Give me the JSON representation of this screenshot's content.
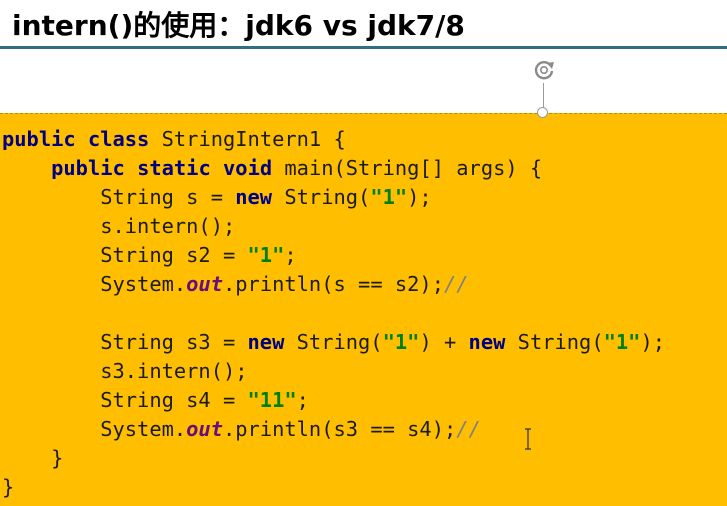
{
  "slide": {
    "title": "intern()的使用：jdk6 vs jdk7/8"
  },
  "code": {
    "lines": [
      [
        {
          "t": "kw",
          "v": "public"
        },
        {
          "t": "p",
          "v": " "
        },
        {
          "t": "kw",
          "v": "class"
        },
        {
          "t": "p",
          "v": " StringIntern1 {"
        }
      ],
      [
        {
          "t": "p",
          "v": "    "
        },
        {
          "t": "kw",
          "v": "public"
        },
        {
          "t": "p",
          "v": " "
        },
        {
          "t": "kw",
          "v": "static"
        },
        {
          "t": "p",
          "v": " "
        },
        {
          "t": "kw",
          "v": "void"
        },
        {
          "t": "p",
          "v": " main(String[] args) {"
        }
      ],
      [
        {
          "t": "p",
          "v": "        String s = "
        },
        {
          "t": "kw",
          "v": "new"
        },
        {
          "t": "p",
          "v": " String("
        },
        {
          "t": "str",
          "v": "\"1\""
        },
        {
          "t": "p",
          "v": ");"
        }
      ],
      [
        {
          "t": "p",
          "v": "        s.intern();"
        }
      ],
      [
        {
          "t": "p",
          "v": "        String s2 = "
        },
        {
          "t": "str",
          "v": "\"1\""
        },
        {
          "t": "p",
          "v": ";"
        }
      ],
      [
        {
          "t": "p",
          "v": "        System."
        },
        {
          "t": "fld",
          "v": "out"
        },
        {
          "t": "p",
          "v": ".println(s == s2);"
        },
        {
          "t": "cmt",
          "v": "//"
        }
      ],
      [
        {
          "t": "p",
          "v": ""
        }
      ],
      [
        {
          "t": "p",
          "v": "        String s3 = "
        },
        {
          "t": "kw",
          "v": "new"
        },
        {
          "t": "p",
          "v": " String("
        },
        {
          "t": "str",
          "v": "\"1\""
        },
        {
          "t": "p",
          "v": ") + "
        },
        {
          "t": "kw",
          "v": "new"
        },
        {
          "t": "p",
          "v": " String("
        },
        {
          "t": "str",
          "v": "\"1\""
        },
        {
          "t": "p",
          "v": ");"
        }
      ],
      [
        {
          "t": "p",
          "v": "        s3.intern();"
        }
      ],
      [
        {
          "t": "p",
          "v": "        String s4 = "
        },
        {
          "t": "str",
          "v": "\"11\""
        },
        {
          "t": "p",
          "v": ";"
        }
      ],
      [
        {
          "t": "p",
          "v": "        System."
        },
        {
          "t": "fld",
          "v": "out"
        },
        {
          "t": "p",
          "v": ".println(s3 == s4);"
        },
        {
          "t": "cmt",
          "v": "//"
        }
      ],
      [
        {
          "t": "p",
          "v": "    }"
        }
      ],
      [
        {
          "t": "p",
          "v": "}"
        }
      ]
    ]
  },
  "icons": {
    "rotate": "rotate-handle-icon",
    "cursor": "text-cursor-icon"
  },
  "colors": {
    "code_background": "#ffbe00",
    "title_rule": "#2e6f86",
    "keyword": "#000080",
    "string": "#008000",
    "field": "#660e7a"
  }
}
